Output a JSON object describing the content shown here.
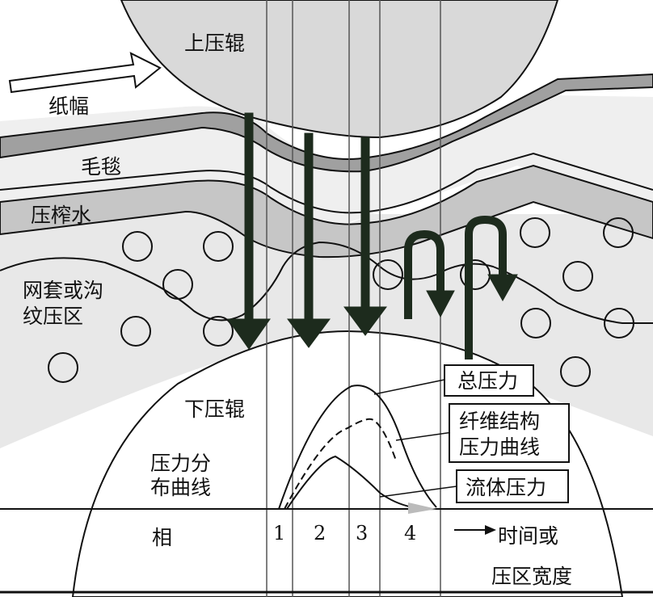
{
  "labels": {
    "upper_roll": "上压辊",
    "paper_web": "纸幅",
    "felt": "毛毯",
    "pressed_water": "压榨水",
    "groove_zone_line1": "网套或沟",
    "groove_zone_line2": "纹压区",
    "lower_roll": "下压辊",
    "pressure_dist_line1": "压力分",
    "pressure_dist_line2": "布曲线",
    "phase": "相",
    "time_line1": "时间或",
    "time_line2": "压区宽度"
  },
  "boxes": {
    "total_pressure": "总压力",
    "fiber_line1": "纤维结构",
    "fiber_line2": "压力曲线",
    "fluid_pressure": "流体压力"
  },
  "phases": [
    "1",
    "2",
    "3",
    "4"
  ],
  "colors": {
    "background": "#ffffff",
    "region_gray": "#e8e8e8",
    "paper_band": "#a0a0a0",
    "water_band": "#c6c6c6",
    "arrow": "#1d2b1d",
    "line": "#111111"
  }
}
